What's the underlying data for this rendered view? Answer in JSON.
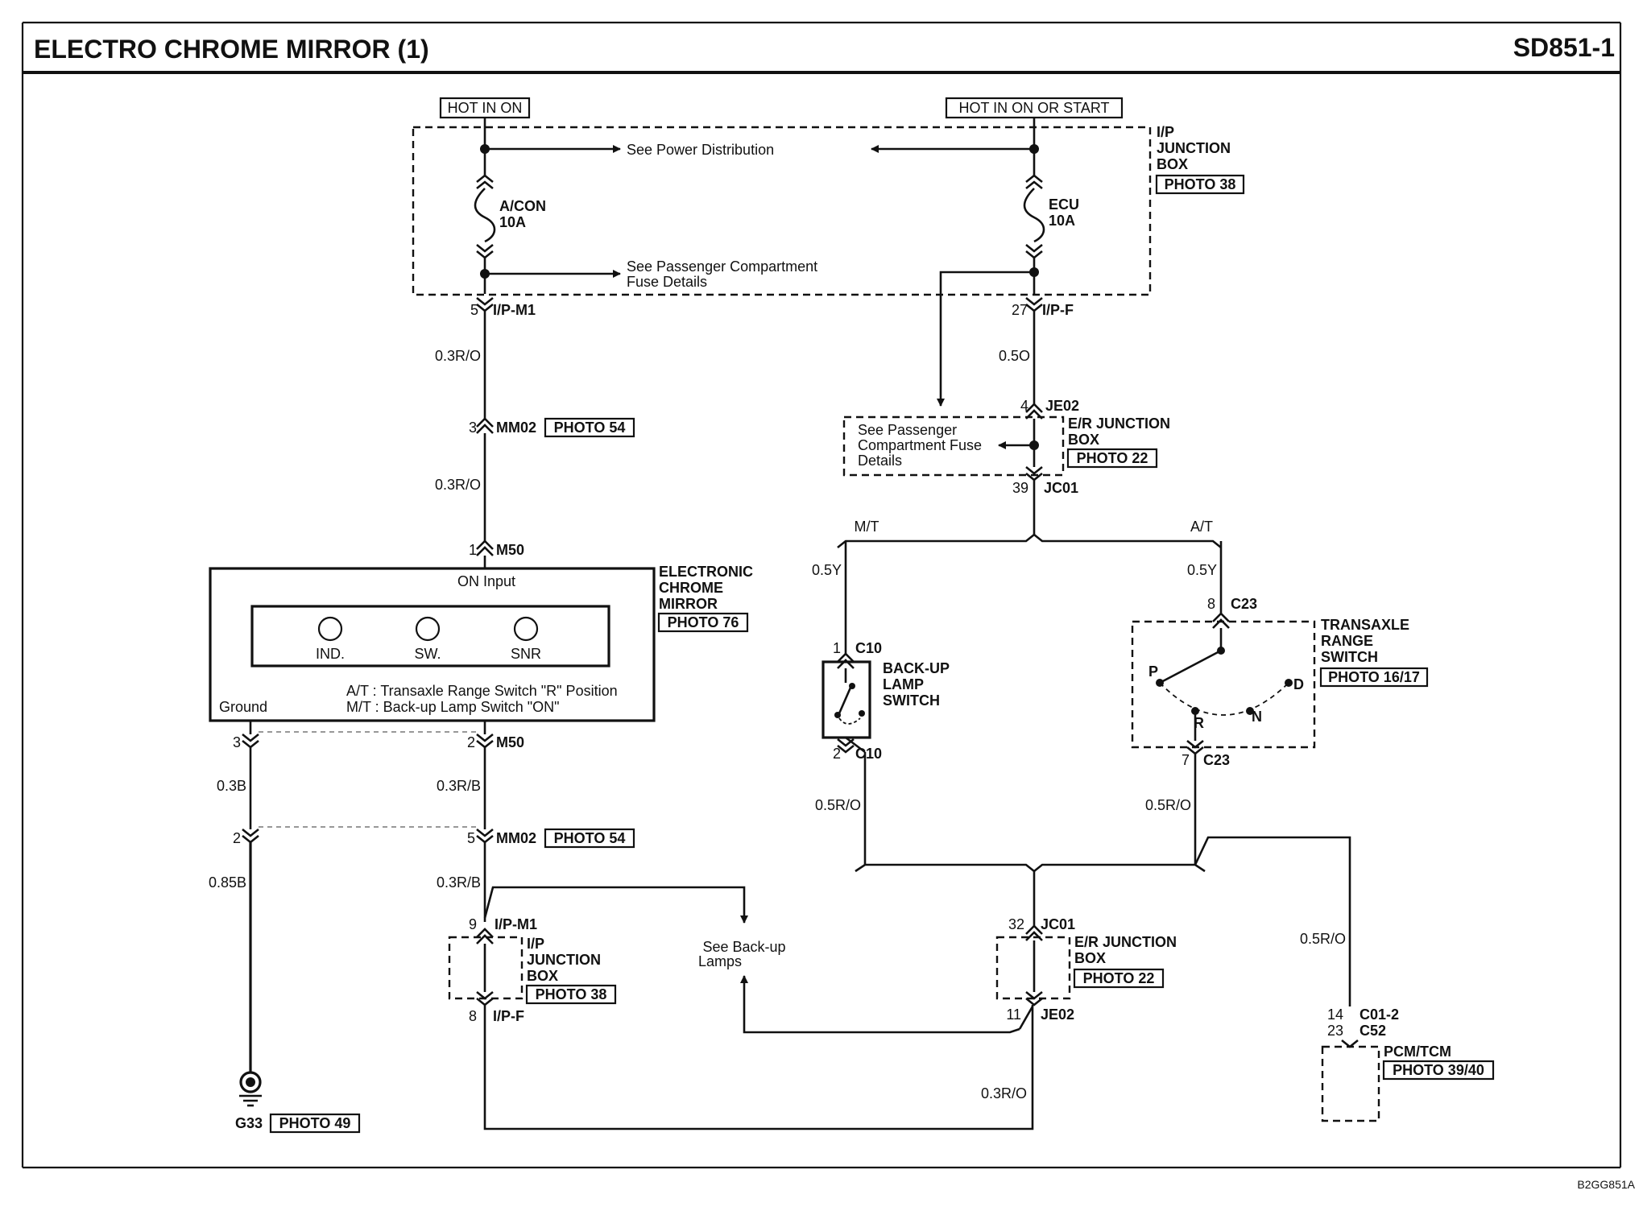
{
  "header": {
    "title": "ELECTRO CHROME MIRROR (1)",
    "page_code": "SD851-1"
  },
  "footer": {
    "code": "B2GG851A"
  },
  "power": {
    "left_source": "HOT IN ON",
    "right_source": "HOT IN ON OR START",
    "see_power_distribution": "See Power Distribution",
    "see_pcf_line1": "See Passenger Compartment",
    "see_pcf_line2": "Fuse Details"
  },
  "ip_junction_box_top": {
    "line1": "I/P",
    "line2": "JUNCTION",
    "line3": "BOX",
    "photo": "PHOTO 38"
  },
  "fuses": {
    "acon": {
      "name": "A/CON",
      "rating": "10A"
    },
    "ecu": {
      "name": "ECU",
      "rating": "10A"
    }
  },
  "pins": {
    "ipm1_top": {
      "pin": "5",
      "connector": "I/P-M1"
    },
    "ipf_top": {
      "pin": "27",
      "connector": "I/P-F"
    },
    "mm02_top": {
      "pin": "3",
      "connector": "MM02",
      "photo": "PHOTO 54"
    },
    "m50_top": {
      "pin": "1",
      "connector": "M50"
    },
    "je02_top": {
      "pin": "4",
      "connector": "JE02"
    },
    "jc01_top": {
      "pin": "39",
      "connector": "JC01"
    },
    "m50_pin3": {
      "pin": "3"
    },
    "m50_pin2": {
      "pin": "2",
      "connector": "M50"
    },
    "mm02_pin2": {
      "pin": "2"
    },
    "mm02_pin5": {
      "pin": "5",
      "connector": "MM02",
      "photo": "PHOTO 54"
    },
    "ipm1_bottom": {
      "pin": "9",
      "connector": "I/P-M1"
    },
    "ipf_bottom": {
      "pin": "8",
      "connector": "I/P-F"
    },
    "c10_pin1": {
      "pin": "1",
      "connector": "C10"
    },
    "c10_pin2": {
      "pin": "2",
      "connector": "C10"
    },
    "c23_pin8": {
      "pin": "8",
      "connector": "C23"
    },
    "c23_pin7": {
      "pin": "7",
      "connector": "C23"
    },
    "jc01_bottom": {
      "pin": "32",
      "connector": "JC01"
    },
    "je02_bottom": {
      "pin": "11",
      "connector": "JE02"
    },
    "c012": {
      "pin": "14",
      "connector": "C01-2"
    },
    "c52": {
      "pin": "23",
      "connector": "C52"
    }
  },
  "wires": {
    "w1": "0.3R/O",
    "w2": "0.5O",
    "w3": "0.3R/O",
    "w4": "0.5Y",
    "w5": "0.5Y",
    "w6": "0.3B",
    "w7": "0.3R/B",
    "w8": "0.85B",
    "w9": "0.3R/B",
    "w10": "0.5R/O",
    "w11": "0.5R/O",
    "w12": "0.5R/O",
    "w13": "0.3R/O"
  },
  "branches": {
    "mt": "M/T",
    "at": "A/T"
  },
  "er_junction_box_top": {
    "see_line1": "See Passenger",
    "see_line2": "Compartment Fuse",
    "see_line3": "Details",
    "line1": "E/R JUNCTION",
    "line2": "BOX",
    "photo": "PHOTO 22"
  },
  "mirror": {
    "name_line1": "ELECTRONIC",
    "name_line2": "CHROME",
    "name_line3": "MIRROR",
    "photo": "PHOTO 76",
    "on_input": "ON Input",
    "ground": "Ground",
    "indicators": [
      "IND.",
      "SW.",
      "SNR"
    ],
    "note_at": "A/T : Transaxle Range Switch \"R\" Position",
    "note_mt": "M/T : Back-up Lamp Switch \"ON\""
  },
  "backup_switch": {
    "line1": "BACK-UP",
    "line2": "LAMP",
    "line3": "SWITCH"
  },
  "transaxle_switch": {
    "line1": "TRANSAXLE",
    "line2": "RANGE",
    "line3": "SWITCH",
    "photo": "PHOTO 16/17",
    "positions": [
      "P",
      "R",
      "N",
      "D"
    ]
  },
  "ground": {
    "name": "G33",
    "photo": "PHOTO 49"
  },
  "ip_junction_box_bottom": {
    "line1": "I/P",
    "line2": "JUNCTION",
    "line3": "BOX",
    "photo": "PHOTO 38"
  },
  "er_junction_box_bottom": {
    "line1": "E/R JUNCTION",
    "line2": "BOX",
    "photo": "PHOTO 22"
  },
  "backup_lamps": {
    "line1": "See Back-up",
    "line2": "Lamps"
  },
  "pcm": {
    "name": "PCM/TCM",
    "photo": "PHOTO 39/40"
  }
}
